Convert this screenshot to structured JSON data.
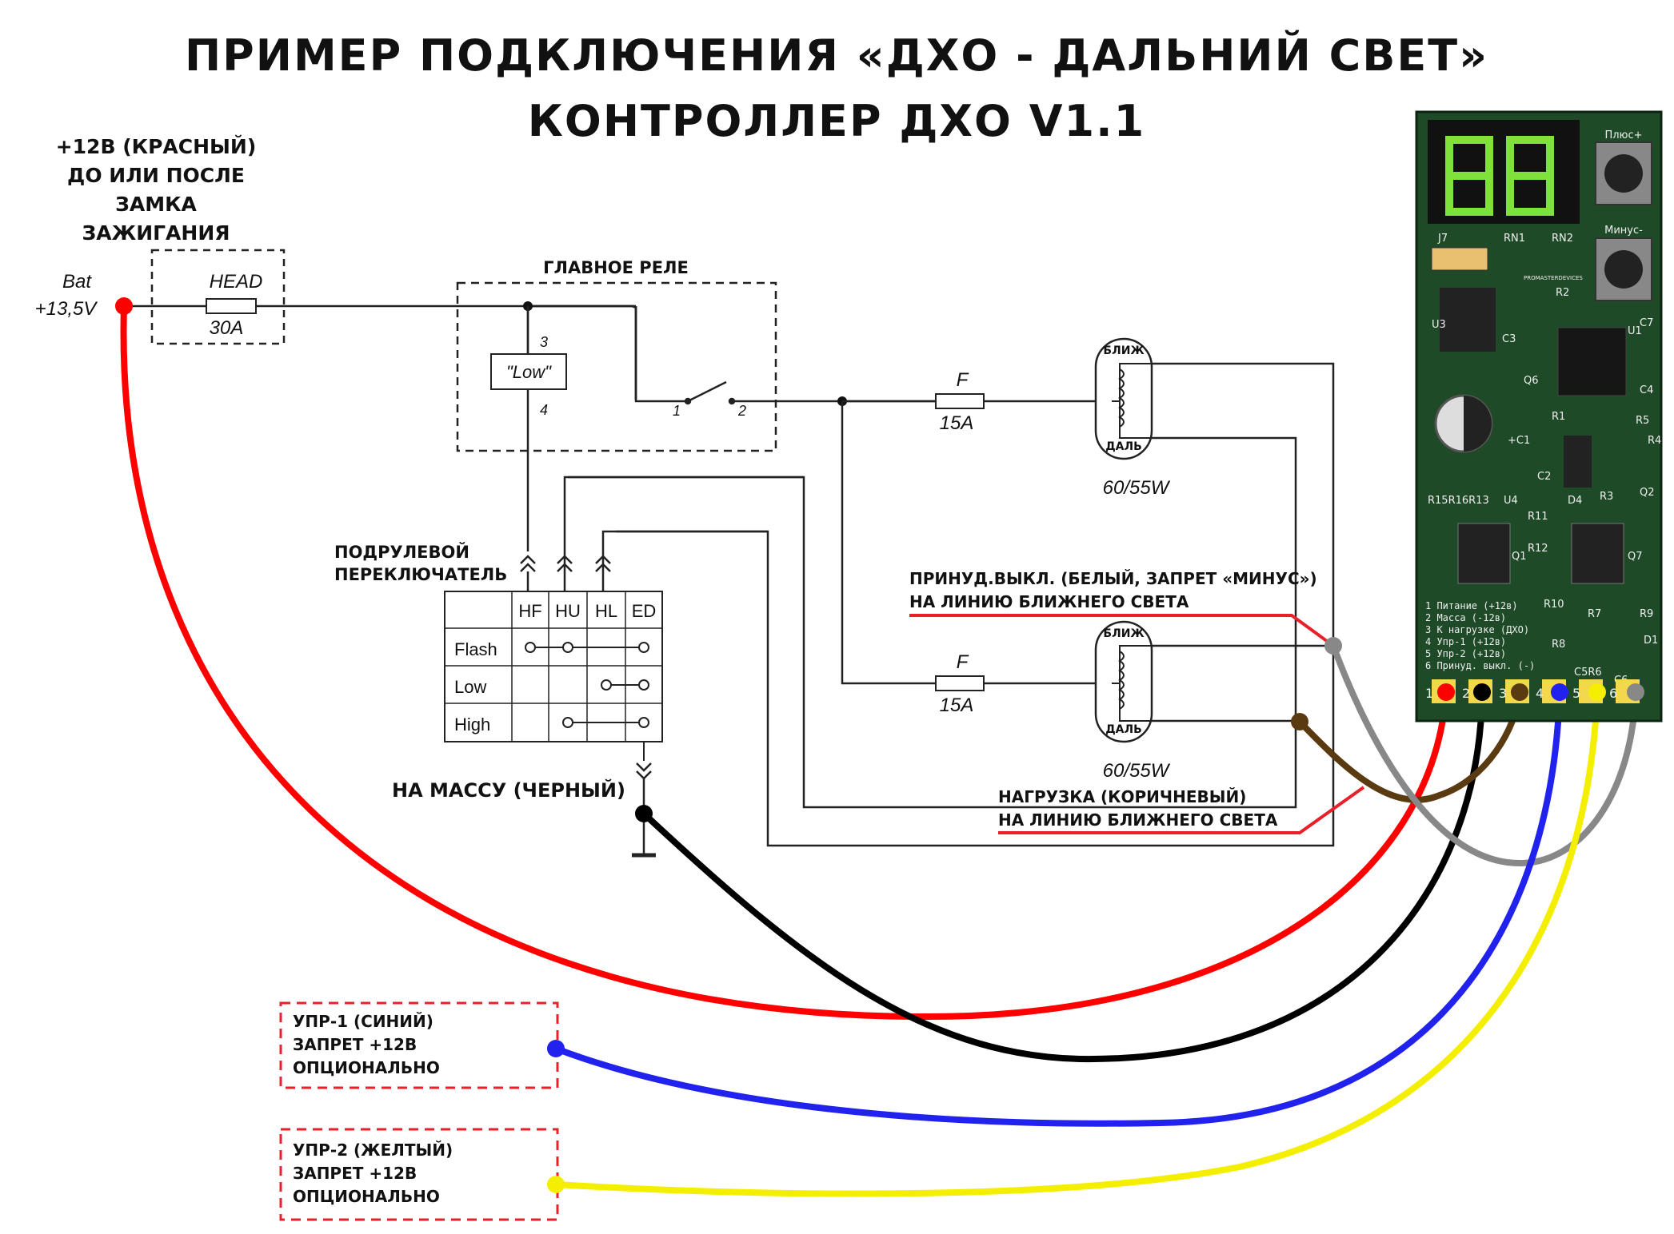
{
  "title": {
    "line1": "ПРИМЕР ПОДКЛЮЧЕНИЯ «ДХО - ДАЛЬНИЙ СВЕТ»",
    "line2": "КОНТРОЛЛЕР ДХО V1.1"
  },
  "power_note": [
    "+12В (КРАСНЫЙ)",
    "ДО ИЛИ ПОСЛЕ",
    "ЗАМКА",
    "ЗАЖИГАНИЯ"
  ],
  "battery": {
    "name": "Bat",
    "voltage": "+13,5V"
  },
  "main_fuse": {
    "name": "HEAD",
    "rating": "30A"
  },
  "relay": {
    "title": "ГЛАВНОЕ РЕЛЕ",
    "coil": "\"Low\"",
    "pin3": "3",
    "pin4": "4",
    "pin1": "1",
    "pin2": "2"
  },
  "fuses": [
    {
      "name": "F",
      "rating": "15A"
    },
    {
      "name": "F",
      "rating": "15A"
    }
  ],
  "lamps": [
    {
      "top": "БЛИЖ",
      "bottom": "ДАЛЬ",
      "power": "60/55W"
    },
    {
      "top": "БЛИЖ",
      "bottom": "ДАЛЬ",
      "power": "60/55W"
    }
  ],
  "switch": {
    "title": [
      "ПОДРУЛЕВОЙ",
      "ПЕРЕКЛЮЧАТЕЛЬ"
    ],
    "columns": [
      "HF",
      "HU",
      "HL",
      "ED"
    ],
    "rows": [
      "Flash",
      "Low",
      "High"
    ]
  },
  "ground_label": "НА МАССУ (ЧЕРНЫЙ)",
  "forced_off": [
    "ПРИНУД.ВЫКЛ. (БЕЛЫЙ, ЗАПРЕТ «МИНУС»)",
    "НА ЛИНИЮ БЛИЖНЕГО СВЕТА"
  ],
  "load_note": [
    "НАГРУЗКА (КОРИЧНЕВЫЙ)",
    "НА ЛИНИЮ БЛИЖНЕГО СВЕТА"
  ],
  "upr1": [
    "УПР-1 (СИНИЙ)",
    "ЗАПРЕТ +12В",
    "ОПЦИОНАЛЬНО"
  ],
  "upr2": [
    "УПР-2 (ЖЕЛТЫЙ)",
    "ЗАПРЕТ +12В",
    "ОПЦИОНАЛЬНО"
  ],
  "board": {
    "display": "88",
    "buttons": [
      "Плюс+",
      "Минус-"
    ],
    "refs": [
      "J7",
      "RN1",
      "RN2",
      "R2",
      "U3",
      "C3",
      "U1",
      "C7",
      "Q6",
      "C4",
      "R1",
      "+C1",
      "R5",
      "R4",
      "C2",
      "R3",
      "Q2",
      "R15R16R13",
      "U4",
      "D4",
      "R11",
      "R12",
      "Q1",
      "Q7",
      "R10",
      "R7",
      "R9",
      "R8",
      "D1",
      "C5R6",
      "C6"
    ],
    "legend": [
      "1 Питание (+12в)",
      "2 Масса (-12в)",
      "3 К нагрузке (ДХО)",
      "4 Упр-1 (+12в)",
      "5 Упр-2 (+12в)",
      "6 Принуд. выкл. (-)"
    ],
    "pins": [
      "1",
      "2",
      "3",
      "4",
      "5",
      "6"
    ],
    "pcb_text": "PROMASTERDEVICES"
  },
  "colors": {
    "red": "#ff0000",
    "black": "#000000",
    "brown": "#5a3a10",
    "blue": "#2222ee",
    "yellow": "#f4ef00",
    "gray": "#888888",
    "pcb": "#1f4a28",
    "dashed_red": "#e8202a",
    "display": "#7fe23a"
  }
}
